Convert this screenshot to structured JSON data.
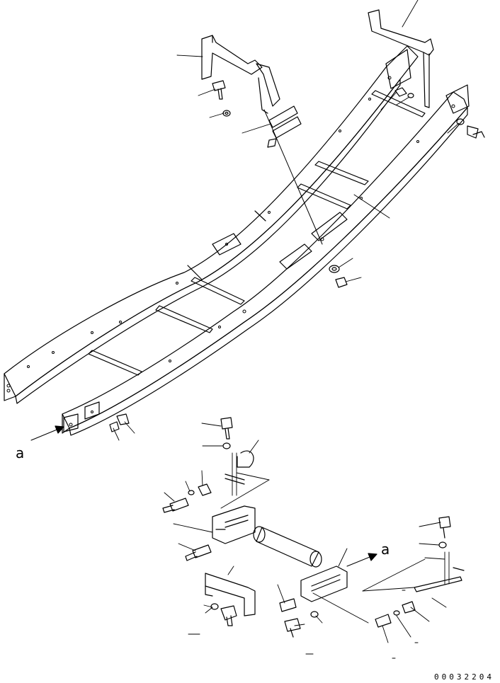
{
  "callouts": {
    "view_mark_upper": "a",
    "view_mark_lower": "a"
  },
  "document_number": "00032204"
}
